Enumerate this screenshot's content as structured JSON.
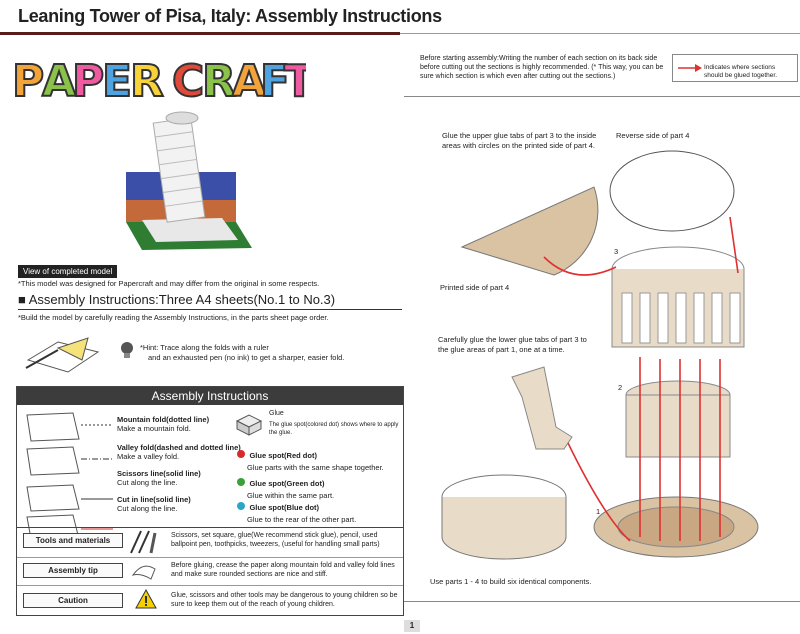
{
  "title": "Leaning Tower of Pisa, Italy: Assembly Instructions",
  "logo_text": "PAPER CRAFT",
  "completed_model_label": "View of completed model",
  "completed_model_note": "*This model was designed for Papercraft and may differ from the original in some respects.",
  "sheets_heading": "■ Assembly Instructions:Three A4 sheets(No.1 to No.3)",
  "sheets_note": "*Build the model by carefully reading the Assembly Instructions, in the parts sheet page order.",
  "hint_line1": "*Hint: Trace along the folds with a ruler",
  "hint_line2": "and an exhausted pen (no ink) to get a sharper, easier fold.",
  "assembly_box_title": "Assembly Instructions",
  "legend": [
    {
      "title": "Mountain fold(dotted line)",
      "desc": "Make a mountain fold."
    },
    {
      "title": "Valley fold(dashed and dotted line)",
      "desc": "Make a valley fold."
    },
    {
      "title": "Scissors line(solid line)",
      "desc": "Cut along the line."
    },
    {
      "title": "Cut in line(solid line)",
      "desc": "Cut along the line."
    }
  ],
  "glue_label": "Glue",
  "glue_spot_note": "The glue spot(colored dot) shows where to apply the glue.",
  "glue_spots": [
    {
      "title": "Glue spot(Red dot)",
      "desc": "Glue parts with the same shape together.",
      "color": "#d42a2a"
    },
    {
      "title": "Glue spot(Green dot)",
      "desc": "Glue within the same part.",
      "color": "#3aa13a"
    },
    {
      "title": "Glue spot(Blue dot)",
      "desc": "Glue to the rear of the other part.",
      "color": "#2aa6c8"
    }
  ],
  "rows": [
    {
      "label": "Tools and materials",
      "text": "Scissors, set square, glue(We recommend stick glue), pencil, used ballpoint pen, toothpicks, tweezers, (useful for handling small parts)"
    },
    {
      "label": "Assembly tip",
      "text": "Before gluing, crease the paper along mountain fold and valley fold lines and make sure rounded sections are nice and stiff."
    },
    {
      "label": "Caution",
      "text": "Glue, scissors and other tools may be dangerous to young children so be sure to keep them out of the reach of young children."
    }
  ],
  "top_note": "Before starting assembly:Writing the number of each section on its back side before cutting out the sections is highly recommended. (* This way, you can be sure which section is which even after cutting out the sections.)",
  "legend_arrow_text": "Indicates where sections should be glued together.",
  "diagram": {
    "text_glue_upper": "Glue the upper glue tabs of part 3 to the inside areas with circles on the printed side of part 4.",
    "text_reverse": "Reverse side of part 4",
    "text_printed": "Printed side of part 4",
    "text_lower": "Carefully glue the lower glue tabs of part 3 to the glue areas of part 1, one at a time.",
    "label_3": "3",
    "label_2": "2",
    "label_1": "1",
    "text_bottom": "Use parts 1 - 4 to build six identical components."
  },
  "page_number": "1",
  "colors": {
    "accent_dark": "#5a1a1a",
    "arrow_red": "#e03030",
    "paper_tan": "#d9c3a3"
  }
}
